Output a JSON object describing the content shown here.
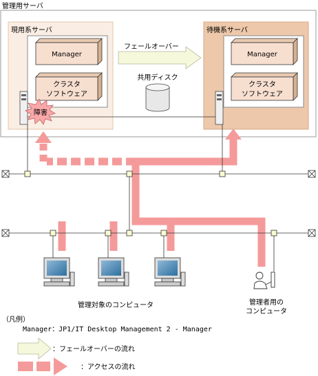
{
  "mgmt_server": {
    "title": "管理用サーバ"
  },
  "active_server": {
    "title": "現用系サーバ",
    "manager_label": "Manager",
    "cluster_label_1": "クラスタ",
    "cluster_label_2": "ソフトウェア",
    "failure_label": "障害"
  },
  "standby_server": {
    "title": "待機系サーバ",
    "manager_label": "Manager",
    "cluster_label_1": "クラスタ",
    "cluster_label_2": "ソフトウェア"
  },
  "failover_label": "フェールオーバー",
  "shared_disk_label": "共用ディスク",
  "managed_computers_label": "管理対象のコンピュータ",
  "admin_computer_label_1": "管理者用の",
  "admin_computer_label_2": "コンピュータ",
  "legend": {
    "title": "（凡例）",
    "manager_def": "Manager：JP1/IT Desktop Management 2 - Manager",
    "failover_flow": "：フェールオーバーの流れ",
    "access_flow": "：アクセスの流れ"
  },
  "colors": {
    "server_panel": "#faeee4",
    "standby_panel": "#edc8aa",
    "access_arrow": "#f59a9a",
    "failover_arrow": "#f6f8dc",
    "box_shade": "#f7dfd0",
    "node": "#fafad2"
  }
}
